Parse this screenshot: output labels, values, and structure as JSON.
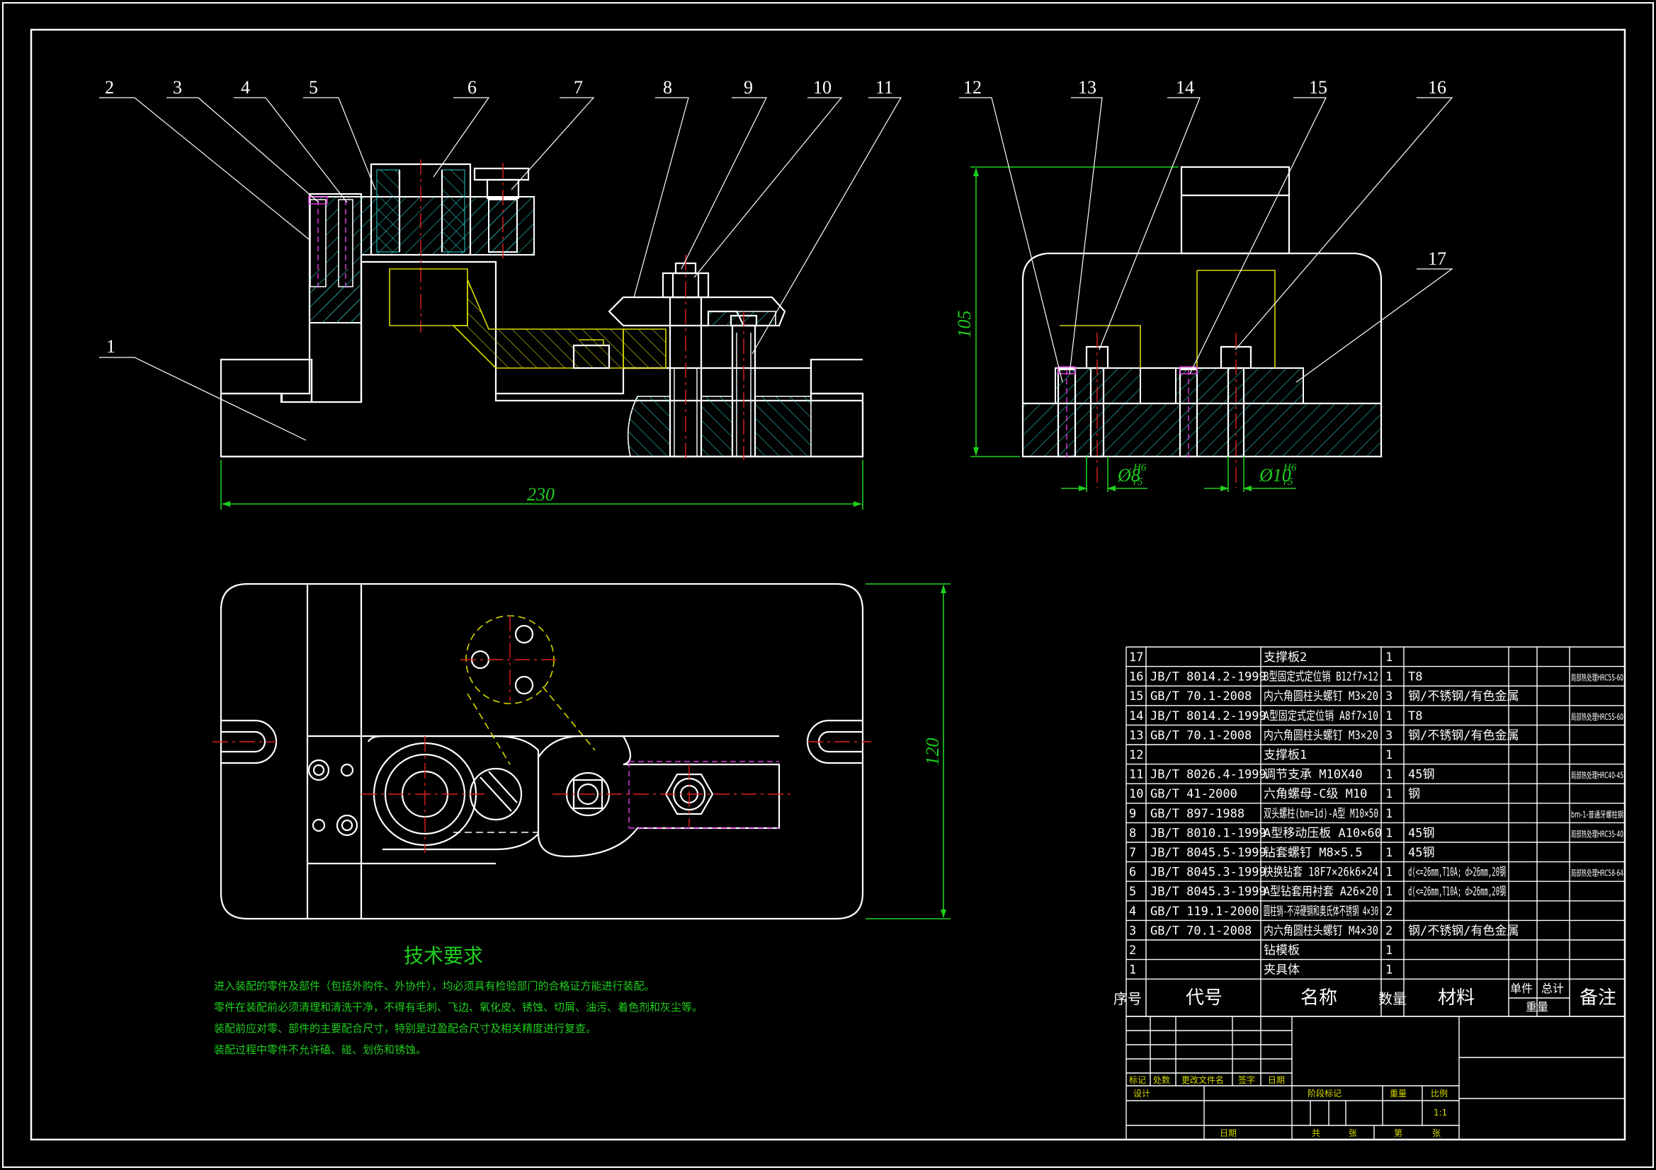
{
  "balloons": [
    "1",
    "2",
    "3",
    "4",
    "5",
    "6",
    "7",
    "8",
    "9",
    "10",
    "11",
    "12",
    "13",
    "14",
    "15",
    "16",
    "17"
  ],
  "dimensions": {
    "front_width": "230",
    "side_height": "105",
    "top_height": "120",
    "fit_small": "Ø8",
    "fit_small_tol_upper": "H6",
    "fit_small_tol_lower": "r5",
    "fit_large": "Ø10",
    "fit_large_tol_upper": "H6",
    "fit_large_tol_lower": "r5"
  },
  "bom": {
    "rows": [
      {
        "no": "17",
        "code": "",
        "name": "支撑板2",
        "qty": "1",
        "material": "",
        "note": ""
      },
      {
        "no": "16",
        "code": "JB/T 8014.2-1999",
        "name": "B型固定式定位销 B12f7×12",
        "qty": "1",
        "material": "T8",
        "note": "局部热处理HRC55-60"
      },
      {
        "no": "15",
        "code": "GB/T 70.1-2008",
        "name": "内六角圆柱头螺钉 M3×20",
        "qty": "3",
        "material": "钢/不锈钢/有色金属",
        "note": ""
      },
      {
        "no": "14",
        "code": "JB/T 8014.2-1999",
        "name": "A型固定式定位销 A8f7×10",
        "qty": "1",
        "material": "T8",
        "note": "局部热处理HRC55-60"
      },
      {
        "no": "13",
        "code": "GB/T 70.1-2008",
        "name": "内六角圆柱头螺钉 M3×20",
        "qty": "3",
        "material": "钢/不锈钢/有色金属",
        "note": ""
      },
      {
        "no": "12",
        "code": "",
        "name": "支撑板1",
        "qty": "1",
        "material": "",
        "note": ""
      },
      {
        "no": "11",
        "code": "JB/T 8026.4-1999",
        "name": "调节支承 M10X40",
        "qty": "1",
        "material": "45钢",
        "note": "局部热处理HRC40-45"
      },
      {
        "no": "10",
        "code": "GB/T 41-2000",
        "name": "六角螺母-C级 M10",
        "qty": "1",
        "material": "钢",
        "note": ""
      },
      {
        "no": "9",
        "code": "GB/T 897-1988",
        "name": "双头螺柱(bm=1d)-A型 M10×50",
        "qty": "1",
        "material": "",
        "note": "bm-1-普通牙螺柱钢"
      },
      {
        "no": "8",
        "code": "JB/T 8010.1-1999",
        "name": "A型移动压板 A10×60",
        "qty": "1",
        "material": "45钢",
        "note": "局部热处理HRC35-40"
      },
      {
        "no": "7",
        "code": "JB/T 8045.5-1999",
        "name": "钻套螺钉 M8×5.5",
        "qty": "1",
        "material": "45钢",
        "note": ""
      },
      {
        "no": "6",
        "code": "JB/T 8045.3-1999",
        "name": "快换钻套 18F7×26k6×24",
        "qty": "1",
        "material": "d(<=26mm,T10A; d>26mm,20钢",
        "note": "局部热处理HRC58-64"
      },
      {
        "no": "5",
        "code": "JB/T 8045.3-1999",
        "name": "A型钻套用衬套 A26×20",
        "qty": "1",
        "material": "d(<=26mm,T10A; d>26mm,20钢",
        "note": ""
      },
      {
        "no": "4",
        "code": "GB/T 119.1-2000",
        "name": "圆柱销-不淬硬钢和奥氏体不锈钢 4×30",
        "qty": "2",
        "material": "",
        "note": ""
      },
      {
        "no": "3",
        "code": "GB/T 70.1-2008",
        "name": "内六角圆柱头螺钉 M4×30",
        "qty": "2",
        "material": "钢/不锈钢/有色金属",
        "note": ""
      },
      {
        "no": "2",
        "code": "",
        "name": "钻模板",
        "qty": "1",
        "material": "",
        "note": ""
      },
      {
        "no": "1",
        "code": "",
        "name": "夹具体",
        "qty": "1",
        "material": "",
        "note": ""
      }
    ],
    "header": {
      "no": "序号",
      "code": "代号",
      "name": "名称",
      "qty": "数量",
      "material": "材料",
      "unit": "单件",
      "total": "总计",
      "weight": "重量",
      "note": "备注"
    }
  },
  "title_block": {
    "mark": "标记",
    "count": "处数",
    "change_doc": "更改文件名",
    "sign": "签字",
    "date": "日期",
    "design": "设计",
    "stage_mark": "阶段标记",
    "weight": "重量",
    "scale_label": "比例",
    "scale": "1:1",
    "date2": "日期",
    "total_sheets": "共",
    "sheet": "张",
    "sheet_no": "第",
    "sheet2": "张"
  },
  "technical_requirements": {
    "title": "技术要求",
    "lines": [
      "进入装配的零件及部件（包括外购件、外协件），均必须具有检验部门的合格证方能进行装配。",
      "零件在装配前必须清理和清洗干净，不得有毛刺、飞边、氧化皮、锈蚀、切屑、油污、着色剂和灰尘等。",
      "装配前应对零、部件的主要配合尺寸，特别是过盈配合尺寸及相关精度进行复查。",
      "装配过程中零件不允许磕、碰、划伤和锈蚀。"
    ]
  }
}
